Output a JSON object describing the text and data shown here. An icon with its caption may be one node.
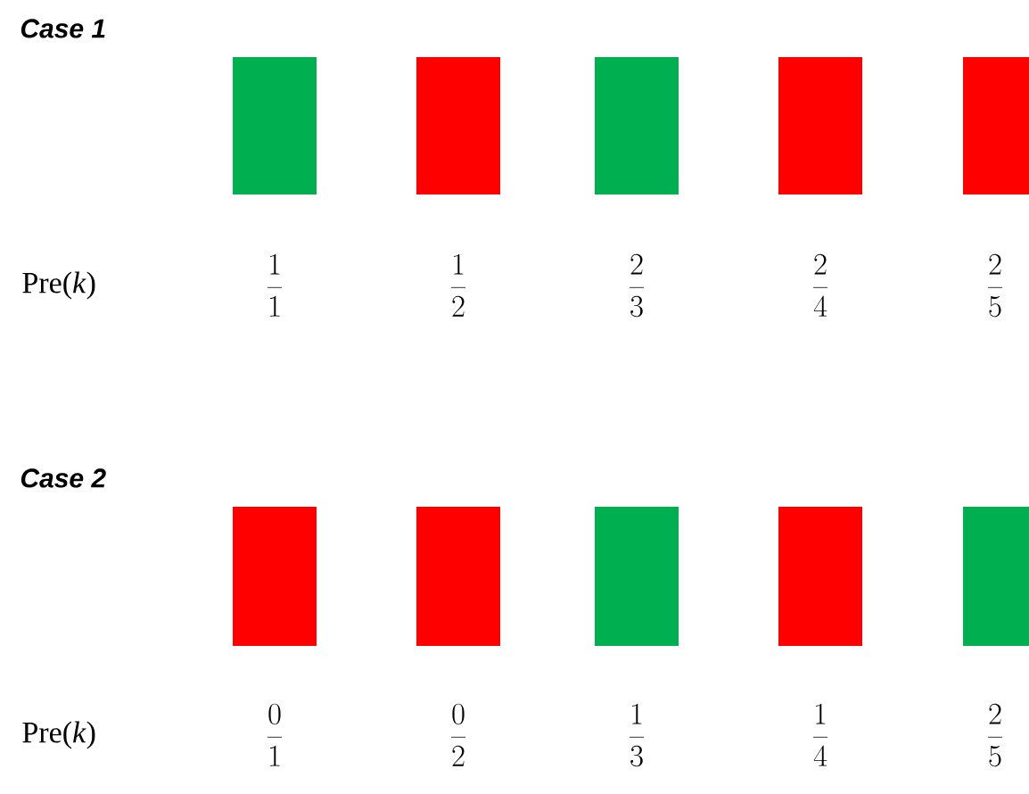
{
  "diagram": {
    "nodes": [
      {
        "text": [],
        "shape": "box"
      },
      {
        "text": [],
        "shape": "box"
      },
      {
        "text": [],
        "shape": "box"
      },
      {
        "text": [],
        "shape": "box"
      },
      {
        "text": [],
        "shape": "box"
      },
      {
        "text": [],
        "shape": "box"
      },
      {
        "text": [],
        "shape": "box"
      },
      {
        "text": [],
        "shape": "box"
      },
      {
        "text": [],
        "shape": "box"
      },
      {
        "text": [],
        "shape": "box"
      }
    ],
    "labels": [
      "Case 1",
      "Pre(*k*)",
      "\\frac{1}{1}",
      "\\frac{1}{2}",
      "\\frac{2}{3}",
      "\\frac{2}{4}",
      "\\frac{2}{5}",
      "Case 2",
      "Pre(*k*)",
      "\\frac{0}{1}",
      "\\frac{0}{2}",
      "\\frac{1}{3}",
      "\\frac{1}{4}",
      "\\frac{2}{5}"
    ]
  }
}
